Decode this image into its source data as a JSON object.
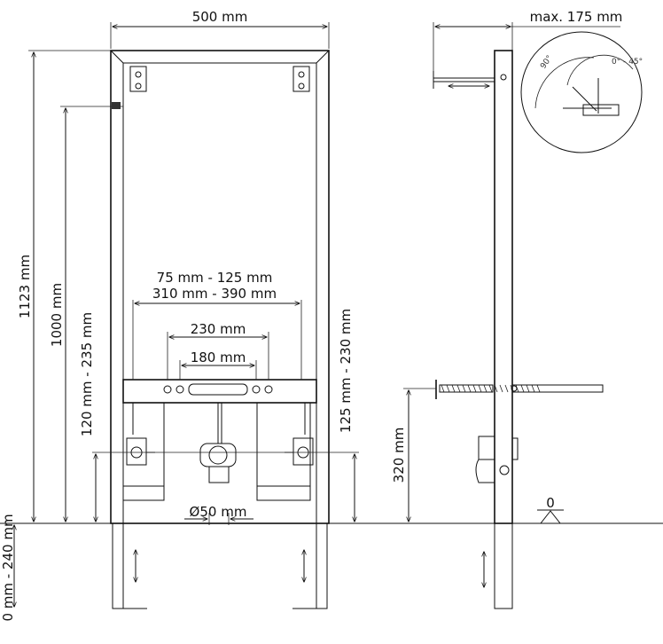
{
  "dimensions": {
    "frame_width": "500 mm",
    "max_depth": "max. 175 mm",
    "total_height": "1123 mm",
    "mount_height": "1000 mm",
    "left_range": "120 mm - 235 mm",
    "right_range": "125 mm - 230 mm",
    "range_outer_1": "75 mm - 125 mm",
    "range_outer_2": "310 mm - 390 mm",
    "spacing_230": "230 mm",
    "spacing_180": "180 mm",
    "drain_diameter": "Ø50 mm",
    "side_height": "320 mm",
    "leg_range": "0 mm - 240 mm",
    "floor_level": "0"
  },
  "detail": {
    "angle_90": "90°",
    "angle_range": "0° - 45°"
  }
}
